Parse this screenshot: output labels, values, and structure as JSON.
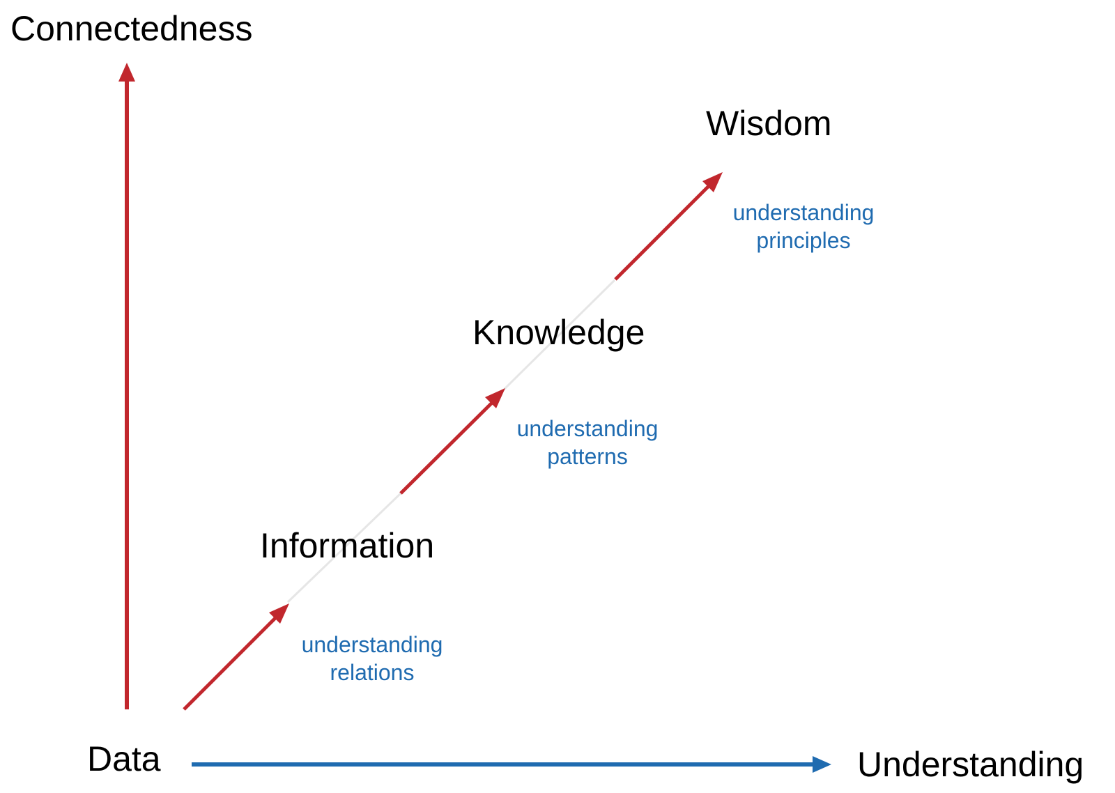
{
  "colors": {
    "axis_vertical": "#c1272d",
    "axis_horizontal": "#1f6bb0",
    "progress_arrow": "#c1272d",
    "connector": "#e6e6e6",
    "caption_text": "#1f6bb0",
    "label_text": "#000000"
  },
  "axes": {
    "vertical_label": "Connectedness",
    "horizontal_label": "Understanding"
  },
  "stages": {
    "data": "Data",
    "information": "Information",
    "knowledge": "Knowledge",
    "wisdom": "Wisdom"
  },
  "captions": {
    "relations": [
      "understanding",
      "relations"
    ],
    "patterns": [
      "understanding",
      "patterns"
    ],
    "principles": [
      "understanding",
      "principles"
    ]
  }
}
